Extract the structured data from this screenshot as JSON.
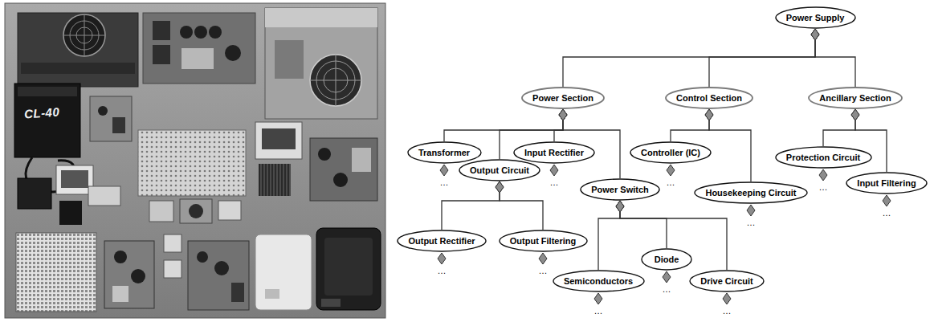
{
  "diagram": {
    "nodes": [
      {
        "text": [
          "Power Supply"
        ]
      },
      {
        "text": [
          "Power Section"
        ]
      },
      {
        "text": [
          "Control Section"
        ]
      },
      {
        "text": [
          "Ancillary Section"
        ]
      },
      {
        "text": [
          "Transformer"
        ]
      },
      {
        "text": [
          "Input Rectifier"
        ]
      },
      {
        "text": [
          "Output Circuit"
        ]
      },
      {
        "text": [
          "Power Switch"
        ]
      },
      {
        "text": [
          "Controller (IC)"
        ]
      },
      {
        "text": [
          "Housekeeping Circuit"
        ]
      },
      {
        "text": [
          "Protection Circuit"
        ]
      },
      {
        "text": [
          "Input Filtering"
        ]
      },
      {
        "text": [
          "Output Rectifier"
        ]
      },
      {
        "text": [
          "Output Filtering"
        ]
      },
      {
        "text": [
          "Semiconductors"
        ]
      },
      {
        "text": [
          "Diode"
        ]
      },
      {
        "text": [
          "Drive Circuit"
        ]
      }
    ],
    "edges": [
      {
        "from": 1,
        "to": 0,
        "arrow": "to"
      },
      {
        "from": 2,
        "to": 0,
        "arrow": "to"
      },
      {
        "from": 3,
        "to": 0,
        "arrow": "to"
      },
      {
        "from": 4,
        "to": 1,
        "arrow": "to"
      },
      {
        "from": 5,
        "to": 1,
        "arrow": "to"
      },
      {
        "from": 6,
        "to": 1,
        "arrow": "to"
      },
      {
        "from": 7,
        "to": 1,
        "arrow": "to"
      },
      {
        "from": 8,
        "to": 2,
        "arrow": "to"
      },
      {
        "from": 9,
        "to": 2,
        "arrow": "to"
      },
      {
        "from": 10,
        "to": 3,
        "arrow": "to"
      },
      {
        "from": 11,
        "to": 3,
        "arrow": "to"
      },
      {
        "from": 12,
        "to": 6,
        "arrow": "to"
      },
      {
        "from": 13,
        "to": 6,
        "arrow": "to"
      },
      {
        "from": 14,
        "to": 7,
        "arrow": "to"
      },
      {
        "from": 15,
        "to": 7,
        "arrow": "to"
      },
      {
        "from": 16,
        "to": 7,
        "arrow": "to"
      }
    ],
    "labels": [
      "CL-40",
      "…",
      "…",
      "…",
      "…",
      "…",
      "…",
      "…",
      "…",
      "…",
      "…",
      "…"
    ]
  }
}
